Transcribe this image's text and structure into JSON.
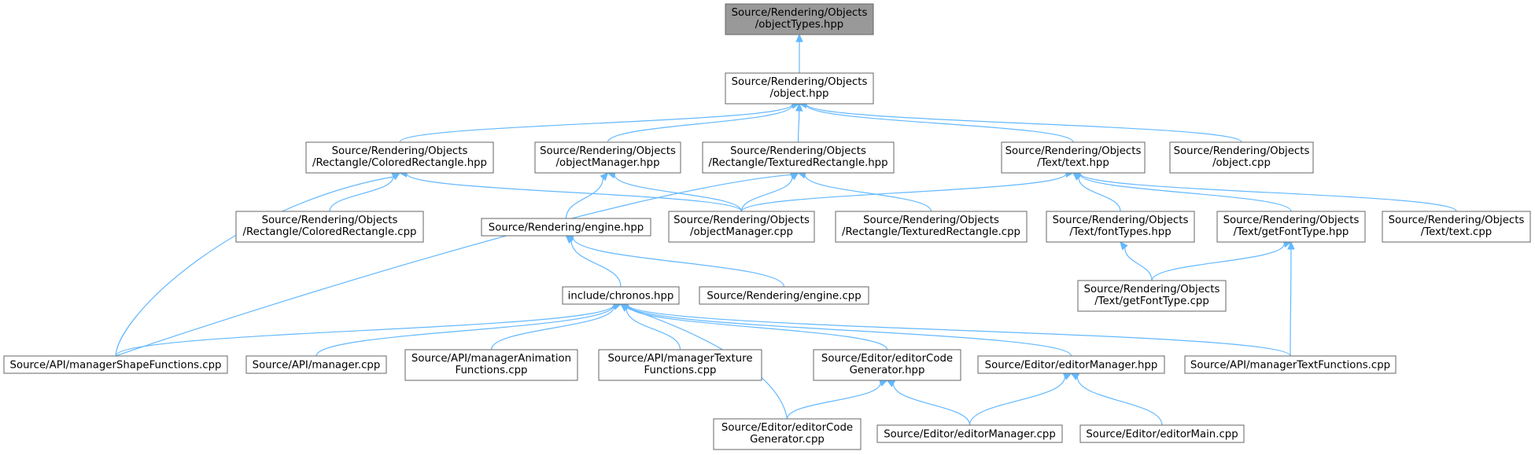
{
  "graph": {
    "nodes": {
      "n_objtypes": [
        "Source/Rendering/Objects",
        "/objectTypes.hpp"
      ],
      "n_object": [
        "Source/Rendering/Objects",
        "/object.hpp"
      ],
      "n_colrect": [
        "Source/Rendering/Objects",
        "/Rectangle/ColoredRectangle.hpp"
      ],
      "n_objmgr": [
        "Source/Rendering/Objects",
        "/objectManager.hpp"
      ],
      "n_texrect": [
        "Source/Rendering/Objects",
        "/Rectangle/TexturedRectangle.hpp"
      ],
      "n_text": [
        "Source/Rendering/Objects",
        "/Text/text.hpp"
      ],
      "n_objcpp": [
        "Source/Rendering/Objects",
        "/object.cpp"
      ],
      "n_colrectcpp": [
        "Source/Rendering/Objects",
        "/Rectangle/ColoredRectangle.cpp"
      ],
      "n_engine": [
        "Source/Rendering/engine.hpp"
      ],
      "n_objmgrcpp": [
        "Source/Rendering/Objects",
        "/objectManager.cpp"
      ],
      "n_texrectcpp": [
        "Source/Rendering/Objects",
        "/Rectangle/TexturedRectangle.cpp"
      ],
      "n_fonttypes": [
        "Source/Rendering/Objects",
        "/Text/fontTypes.hpp"
      ],
      "n_getfont": [
        "Source/Rendering/Objects",
        "/Text/getFontType.hpp"
      ],
      "n_textcpp": [
        "Source/Rendering/Objects",
        "/Text/text.cpp"
      ],
      "n_chronos": [
        "include/chronos.hpp"
      ],
      "n_enginecpp": [
        "Source/Rendering/engine.cpp"
      ],
      "n_getfontcpp": [
        "Source/Rendering/Objects",
        "/Text/getFontType.cpp"
      ],
      "n_shapefn": [
        "Source/API/managerShapeFunctions.cpp"
      ],
      "n_manager": [
        "Source/API/manager.cpp"
      ],
      "n_animfn": [
        "Source/API/managerAnimation",
        "Functions.cpp"
      ],
      "n_texfn": [
        "Source/API/managerTexture",
        "Functions.cpp"
      ],
      "n_codegen": [
        "Source/Editor/editorCode",
        "Generator.hpp"
      ],
      "n_edmgr": [
        "Source/Editor/editorManager.hpp"
      ],
      "n_textfn": [
        "Source/API/managerTextFunctions.cpp"
      ],
      "n_codegencpp": [
        "Source/Editor/editorCode",
        "Generator.cpp"
      ],
      "n_edmgrcpp": [
        "Source/Editor/editorManager.cpp"
      ],
      "n_edmain": [
        "Source/Editor/editorMain.cpp"
      ]
    },
    "edges": [
      [
        "n_object",
        "n_objtypes"
      ],
      [
        "n_colrect",
        "n_object"
      ],
      [
        "n_objmgr",
        "n_object"
      ],
      [
        "n_texrect",
        "n_object"
      ],
      [
        "n_text",
        "n_object"
      ],
      [
        "n_objcpp",
        "n_object"
      ],
      [
        "n_colrectcpp",
        "n_colrect"
      ],
      [
        "n_shapefn",
        "n_colrect"
      ],
      [
        "n_objmgrcpp",
        "n_colrect"
      ],
      [
        "n_engine",
        "n_objmgr"
      ],
      [
        "n_objmgrcpp",
        "n_objmgr"
      ],
      [
        "n_objmgrcpp",
        "n_texrect"
      ],
      [
        "n_texrectcpp",
        "n_texrect"
      ],
      [
        "n_shapefn",
        "n_texrect"
      ],
      [
        "n_objmgrcpp",
        "n_text"
      ],
      [
        "n_fonttypes",
        "n_text"
      ],
      [
        "n_getfont",
        "n_text"
      ],
      [
        "n_textcpp",
        "n_text"
      ],
      [
        "n_chronos",
        "n_engine"
      ],
      [
        "n_enginecpp",
        "n_engine"
      ],
      [
        "n_getfontcpp",
        "n_fonttypes"
      ],
      [
        "n_getfontcpp",
        "n_getfont"
      ],
      [
        "n_textfn",
        "n_getfont"
      ],
      [
        "n_shapefn",
        "n_chronos"
      ],
      [
        "n_manager",
        "n_chronos"
      ],
      [
        "n_animfn",
        "n_chronos"
      ],
      [
        "n_texfn",
        "n_chronos"
      ],
      [
        "n_codegen",
        "n_chronos"
      ],
      [
        "n_edmgr",
        "n_chronos"
      ],
      [
        "n_textfn",
        "n_chronos"
      ],
      [
        "n_codegencpp",
        "n_chronos"
      ],
      [
        "n_codegencpp",
        "n_codegen"
      ],
      [
        "n_edmgrcpp",
        "n_codegen"
      ],
      [
        "n_edmgrcpp",
        "n_edmgr"
      ],
      [
        "n_edmain",
        "n_edmgr"
      ]
    ]
  }
}
